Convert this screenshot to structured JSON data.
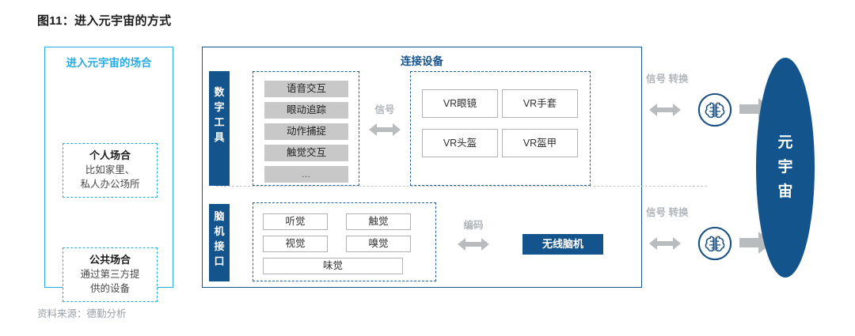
{
  "figure": {
    "title": "图11：进入元宇宙的方式",
    "source": "资料来源：德勤分析"
  },
  "scenario_panel": {
    "header": "进入元宇宙的场合",
    "boxes": [
      {
        "title": "个人场合",
        "line1": "比如家里、",
        "line2": "私人办公场所"
      },
      {
        "title": "公共场合",
        "line1": "通过第三方提",
        "line2": "供的设备"
      }
    ]
  },
  "devices_panel": {
    "header": "连接设备",
    "rows": [
      {
        "category": "数字工具",
        "category_chars": [
          "数",
          "字",
          "工",
          "具"
        ],
        "inputs": [
          "语音交互",
          "眼动追踪",
          "动作捕捉",
          "触觉交互",
          "…"
        ],
        "link_label": "信号",
        "devices": [
          "VR眼镜",
          "VR手套",
          "VR头盔",
          "VR盔甲"
        ],
        "out_label_line1": "信号",
        "out_label_line2": "转换"
      },
      {
        "category": "脑机接口",
        "category_chars": [
          "脑",
          "机",
          "接",
          "口"
        ],
        "inputs": [
          "听觉",
          "触觉",
          "视觉",
          "嗅觉",
          "味觉"
        ],
        "link_label": "编码",
        "devices": [
          "无线脑机"
        ],
        "out_label_line1": "信号",
        "out_label_line2": "转换"
      }
    ]
  },
  "metaverse": {
    "label_chars": [
      "元",
      "宇",
      "宙"
    ]
  },
  "icons": {
    "brain": "brain-icon",
    "arrow_double": "double-arrow-icon",
    "arrow_right": "right-arrow-icon"
  },
  "colors": {
    "cyan": "#29abe2",
    "navy": "#14548d",
    "dash_blue": "#1f5fa0",
    "gray_chip": "#c8c8c8",
    "gray_arrow": "#b9bcbf",
    "text_muted": "#9aa0a6"
  }
}
